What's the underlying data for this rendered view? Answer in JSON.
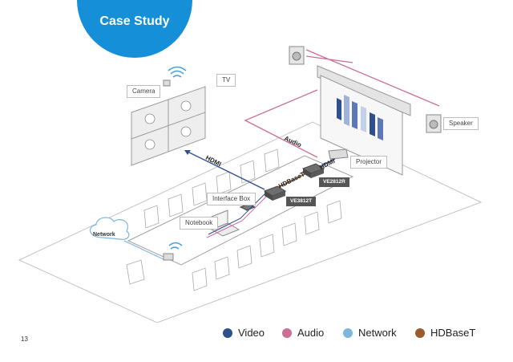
{
  "header": {
    "title": "Case Study"
  },
  "labels": {
    "camera": "Camera",
    "tv": "TV",
    "projector": "Projector",
    "speaker": "Speaker",
    "interface_box": "Interface Box",
    "notebook": "Notebook",
    "network": "Network"
  },
  "device_tags": {
    "receiver": "VE2812R",
    "transmitter": "VE3812T"
  },
  "cable_labels": {
    "hdmi_tv": "HDMI",
    "audio": "Audio",
    "hdbaset": "HDBaseT",
    "hdmi_projector": "HDMI"
  },
  "legend": [
    {
      "label": "Video",
      "color": "#2f4f8f"
    },
    {
      "label": "Audio",
      "color": "#cc6e98"
    },
    {
      "label": "Network",
      "color": "#7fb6de"
    },
    {
      "label": "HDBaseT",
      "color": "#9b5a2a"
    }
  ],
  "footer": {
    "page_number": "13"
  }
}
